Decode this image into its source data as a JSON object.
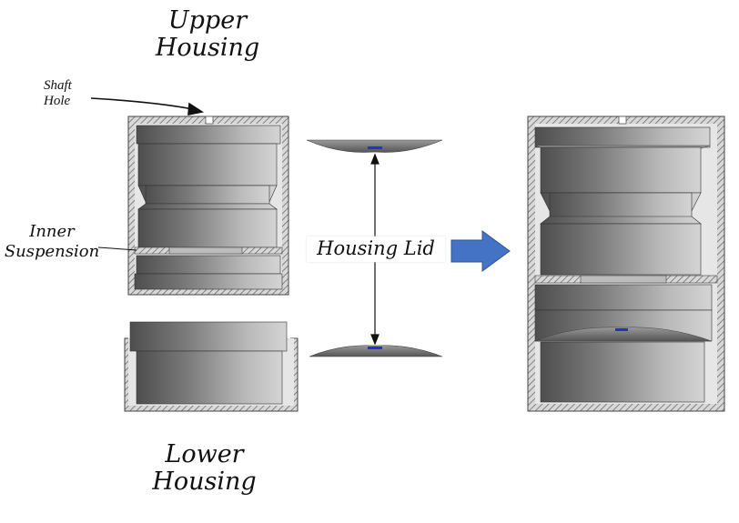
{
  "labels": {
    "upper_housing": [
      "Upper",
      "Housing"
    ],
    "lower_housing": [
      "Lower",
      "Housing"
    ],
    "shaft_hole": [
      "Shaft",
      "Hole"
    ],
    "inner_suspension": [
      "Inner",
      "Suspension"
    ],
    "housing_lid": "Housing Lid"
  },
  "colors": {
    "wall_hatch": "#7a7a7a",
    "body_dark": "#555555",
    "body_light": "#c8c8c8",
    "arrow": "#4472c4",
    "marker": "#2233cc"
  }
}
